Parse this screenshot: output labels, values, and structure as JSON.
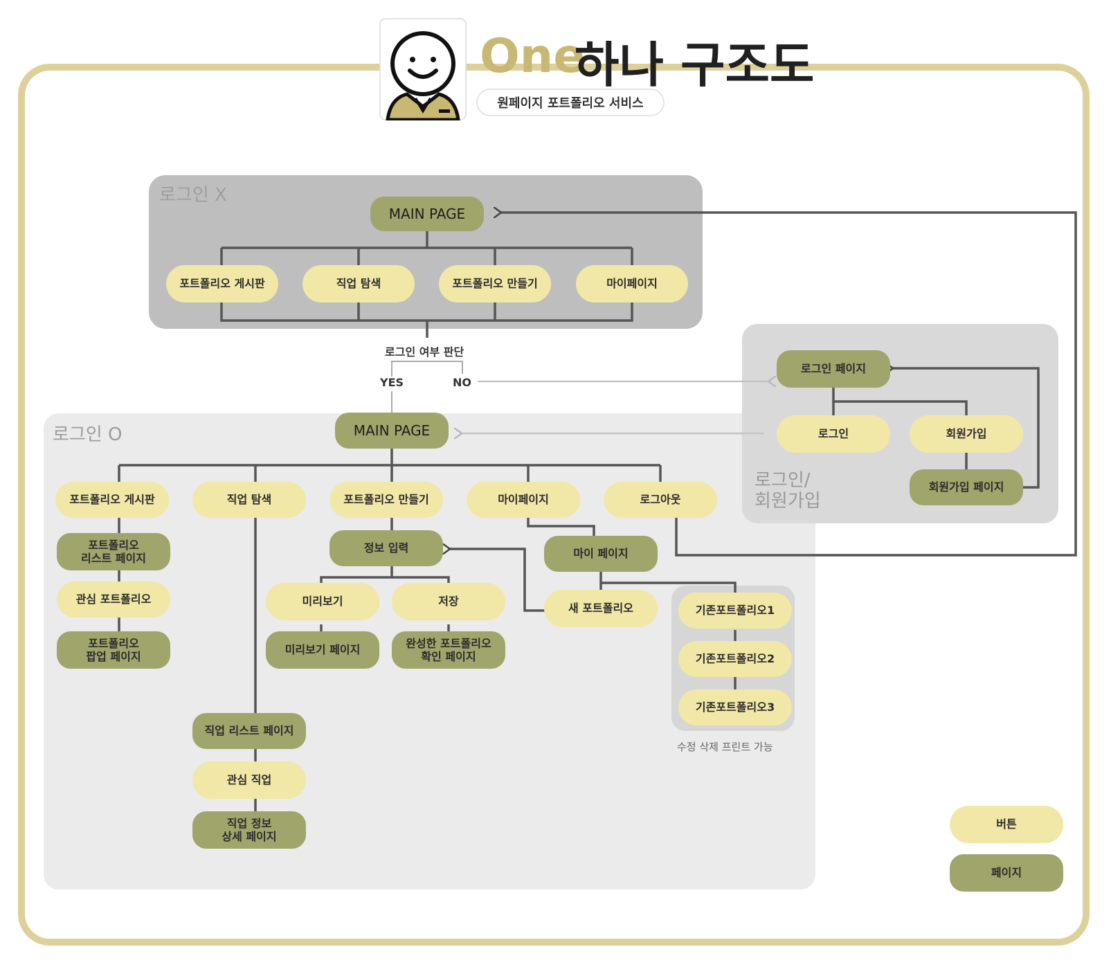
{
  "title": {
    "en": "One",
    "ko": "하나 구조도",
    "subtitle": "원페이지 포트폴리오 서비스"
  },
  "panels": {
    "login_x": "로그인 X",
    "login_o": "로그인 O",
    "signin": "로그인/\n회원가입"
  },
  "nodes": {
    "x_main": "MAIN PAGE",
    "x_board": "포트폴리오 게시판",
    "x_job": "직업 탐색",
    "x_make": "포트폴리오 만들기",
    "x_my": "마이페이지",
    "decision": "로그인 여부 판단",
    "yes": "YES",
    "no": "NO",
    "login_page": "로그인 페이지",
    "login_btn": "로그인",
    "signup_btn": "회원가입",
    "signup_page": "회원가입 페이지",
    "o_main": "MAIN PAGE",
    "o_board": "포트폴리오 게시판",
    "o_job": "직업 탐색",
    "o_make": "포트폴리오 만들기",
    "o_my": "마이페이지",
    "o_logout": "로그아웃",
    "pf_list_page": "포트폴리오\n리스트 페이지",
    "fav_pf": "관심 포트폴리오",
    "pf_popup_page": "포트폴리오\n팝업 페이지",
    "job_list_page": "직업 리스트 페이지",
    "fav_job": "관심 직업",
    "job_detail_page": "직업 정보\n상세 페이지",
    "info_input": "정보 입력",
    "preview": "미리보기",
    "save": "저장",
    "preview_page": "미리보기 페이지",
    "done_page": "완성한 포트폴리오\n확인 페이지",
    "my_page": "마이 페이지",
    "new_pf": "새 포트폴리오",
    "exist1": "기존포트폴리오1",
    "exist2": "기존포트폴리오2",
    "exist3": "기존포트폴리오3",
    "edit_note": "수정 삭제 프린트 가능",
    "legend_button": "버튼",
    "legend_page": "페이지"
  },
  "colors": {
    "button": "#f1e7a7",
    "page": "#9fa56b",
    "frame": "#ddd09a",
    "title_accent": "#c9b874"
  }
}
